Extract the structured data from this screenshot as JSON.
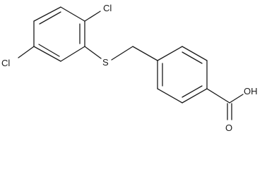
{
  "molecule": {
    "atom_labels": {
      "cl_top": "Cl",
      "cl_left": "Cl",
      "sulfur": "S",
      "hydroxyl": "OH",
      "carbonyl_o": "O"
    },
    "colors": {
      "ink": "#1a1a1a",
      "background": "#ffffff"
    }
  }
}
